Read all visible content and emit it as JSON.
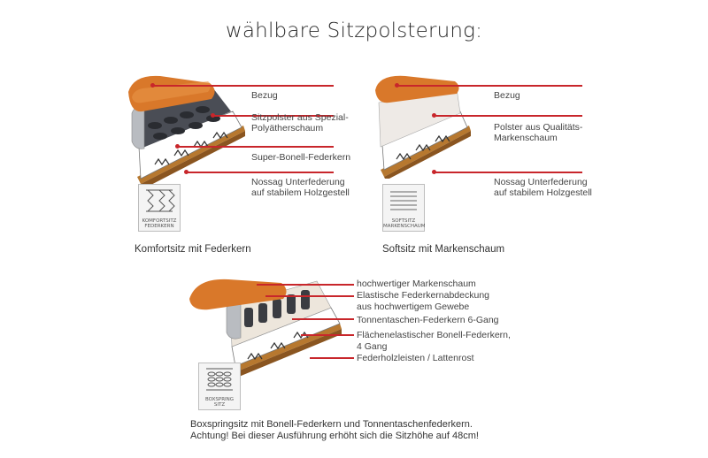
{
  "title": "wählbare Sitzpolsterung:",
  "colors": {
    "cushion": "#d9782a",
    "leader": "#c8262b",
    "frame": "#b7782f"
  },
  "panels": [
    {
      "labels": [
        "Bezug",
        "Sitzpolster aus Spezial-",
        "Polyätherschaum",
        "Super-Bonell-Federkern",
        "Nossag Unterfederung",
        "auf stabilem Holzgestell"
      ],
      "badge": [
        "KOMFORTSITZ",
        "FEDERKERN"
      ],
      "caption": "Komfortsitz mit Federkern"
    },
    {
      "labels": [
        "Bezug",
        "Polster aus Qualitäts-",
        "Markenschaum",
        "Nossag Unterfederung",
        "auf stabilem Holzgestell"
      ],
      "badge": [
        "SOFTSITZ",
        "MARKENSCHAUM"
      ],
      "caption": "Softsitz mit Markenschaum"
    },
    {
      "labels": [
        "hochwertiger Markenschaum",
        "Elastische Federkernabdeckung",
        "aus hochwertigem Gewebe",
        "Tonnentaschen-Federkern 6-Gang",
        "Flächenelastischer Bonell-Federkern,",
        "4 Gang",
        "Federholzleisten / Lattenrost"
      ],
      "badge": [
        "BOXSPRING",
        "SITZ"
      ],
      "note": [
        "Boxspringsitz mit Bonell-Federkern und Tonnentaschenfederkern.",
        "Achtung! Bei dieser Ausführung erhöht sich die Sitzhöhe auf 48cm!"
      ]
    }
  ]
}
